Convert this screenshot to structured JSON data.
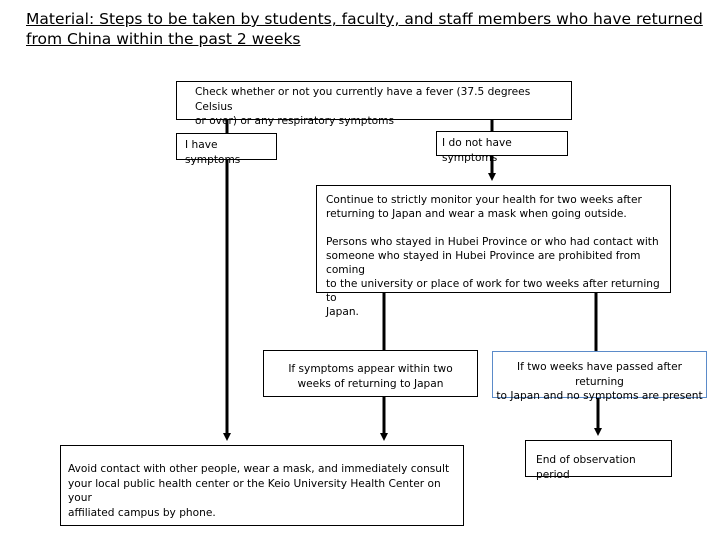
{
  "title": "Material: Steps to be taken by students, faculty, and staff members who have returned\nfrom China within the past 2 weeks",
  "nodes": {
    "check": "Check whether or not you currently have a fever (37.5 degrees Celsius\nor over) or any respiratory symptoms",
    "have_symptoms": "I have symptoms",
    "no_symptoms": "I do not have symptoms",
    "monitor": "Continue to strictly monitor your health for two weeks after\nreturning to Japan and wear a mask when going outside.\n\nPersons who stayed in Hubei Province or who had contact with\nsomeone who stayed in Hubei Province are prohibited from coming\nto the university or place of work for two weeks after returning to\nJapan.",
    "symptoms_appear": "If symptoms appear within two\nweeks of returning to Japan",
    "two_weeks_passed": "If two weeks have passed after returning\nto Japan and no symptoms are present",
    "avoid_contact": "Avoid contact with other people, wear a mask, and immediately consult\nyour local public health center or the Keio University Health Center on your\naffiliated campus by phone.",
    "end": "End of observation period"
  },
  "colors": {
    "line": "#000000",
    "highlight_border": "#5b8bc9"
  }
}
